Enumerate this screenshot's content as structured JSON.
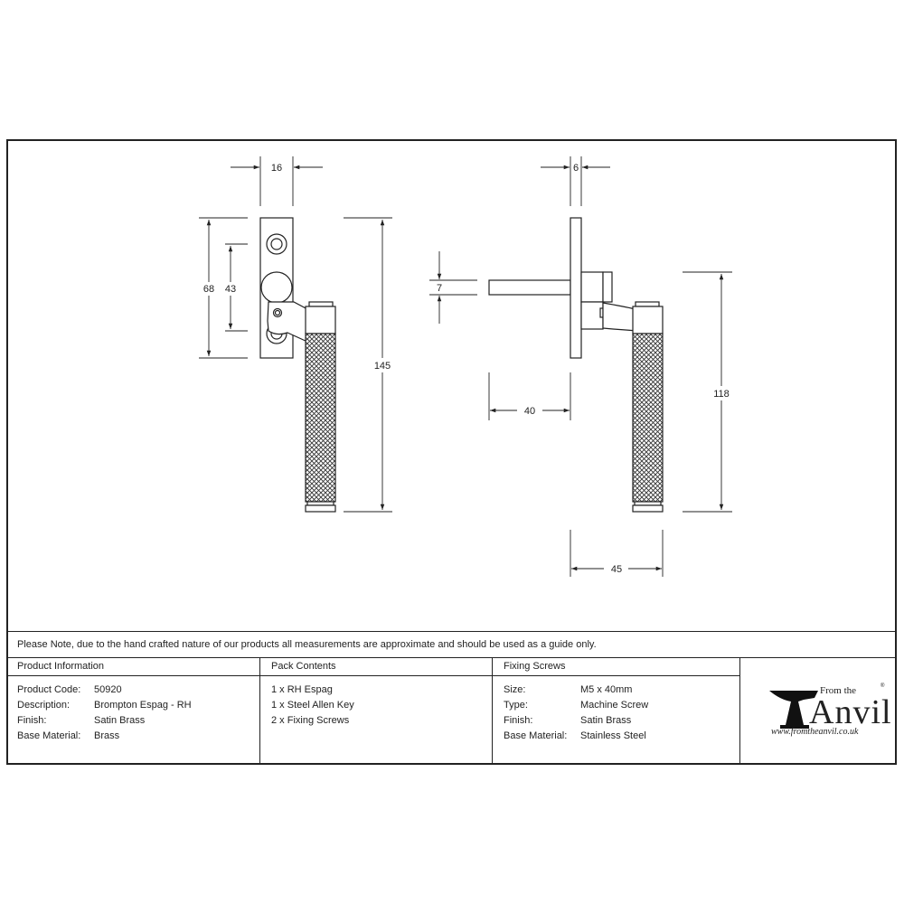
{
  "drawing": {
    "front_view": {
      "dimensions": {
        "width": "16",
        "backplate_height": "68",
        "screw_centres": "43",
        "overall_height": "145"
      }
    },
    "side_view": {
      "dimensions": {
        "backplate_depth": "6",
        "spindle_size": "7",
        "spindle_length": "40",
        "handle_length": "118",
        "projection": "45"
      }
    }
  },
  "note": "Please Note, due to the hand crafted nature of our products all measurements are approximate and should be used as a guide only.",
  "product_information": {
    "heading": "Product Information",
    "rows": [
      {
        "label": "Product Code:",
        "value": "50920"
      },
      {
        "label": "Description:",
        "value": "Brompton Espag - RH"
      },
      {
        "label": "Finish:",
        "value": "Satin Brass"
      },
      {
        "label": "Base Material:",
        "value": "Brass"
      }
    ]
  },
  "pack_contents": {
    "heading": "Pack Contents",
    "items": [
      "1 x RH Espag",
      "1 x Steel Allen Key",
      "2 x Fixing Screws"
    ]
  },
  "fixing_screws": {
    "heading": "Fixing Screws",
    "rows": [
      {
        "label": "Size:",
        "value": "M5 x 40mm"
      },
      {
        "label": "Type:",
        "value": "Machine Screw"
      },
      {
        "label": "Finish:",
        "value": "Satin Brass"
      },
      {
        "label": "Base Material:",
        "value": "Stainless Steel"
      }
    ]
  },
  "logo": {
    "from_the": "From the",
    "brand": "Anvil",
    "registered": "®",
    "url": "www.fromtheanvil.co.uk"
  }
}
